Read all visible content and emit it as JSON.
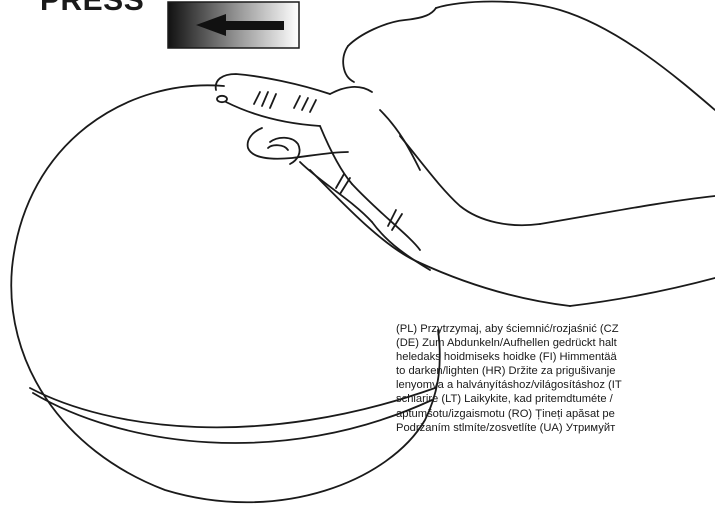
{
  "header": {
    "press_label": "PRESS",
    "arrow_icon": "left-arrow-icon",
    "arrow_panel_gradient": [
      "#111111",
      "#ffffff"
    ]
  },
  "illustration": {
    "icons": [
      "hand-pressing-icon",
      "dome-lamp-icon"
    ],
    "stroke_color": "#1a1a1a"
  },
  "instructions": {
    "lines": [
      "(PL) Przytrzymaj, aby ściemnić/rozjaśnić   (CZ",
      "(DE) Zum Abdunkeln/Aufhellen gedrückt halt",
      "heledaks hoidmiseks hoidke   (FI) Himmentää",
      "to darken/lighten   (HR) Držite za prigušivanje",
      "lenyomva a halványításhoz/világosításhoz   (IT",
      "schiarire   (LT) Laikykite, kad pritemdtuméte /",
      "aptumšotu/izgaismotu   (RO) Țineți apăsat pe",
      "Podržaním stlmíte/zosvetlíte   (UA) Утримуйт"
    ]
  }
}
